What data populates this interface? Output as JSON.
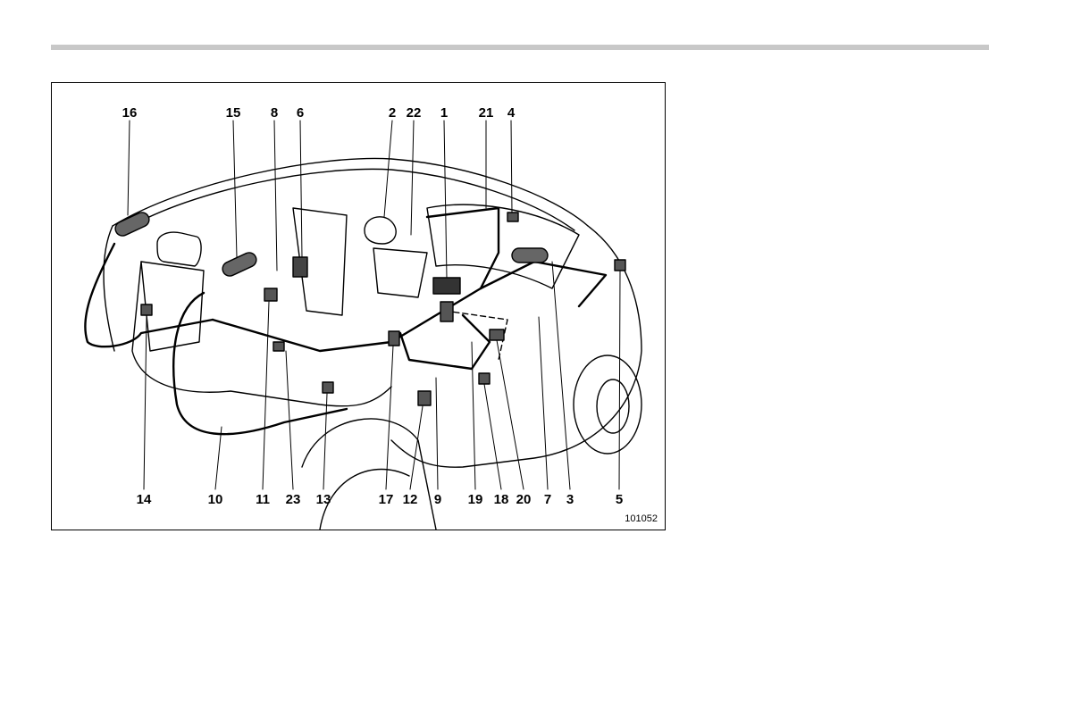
{
  "figure": {
    "id": "101052",
    "top_callouts": [
      "16",
      "15",
      "8",
      "6",
      "2",
      "22",
      "1",
      "21",
      "4"
    ],
    "bottom_callouts": [
      "14",
      "10",
      "11",
      "23",
      "13",
      "17",
      "12",
      "9",
      "19",
      "18",
      "20",
      "7",
      "3",
      "5"
    ]
  }
}
